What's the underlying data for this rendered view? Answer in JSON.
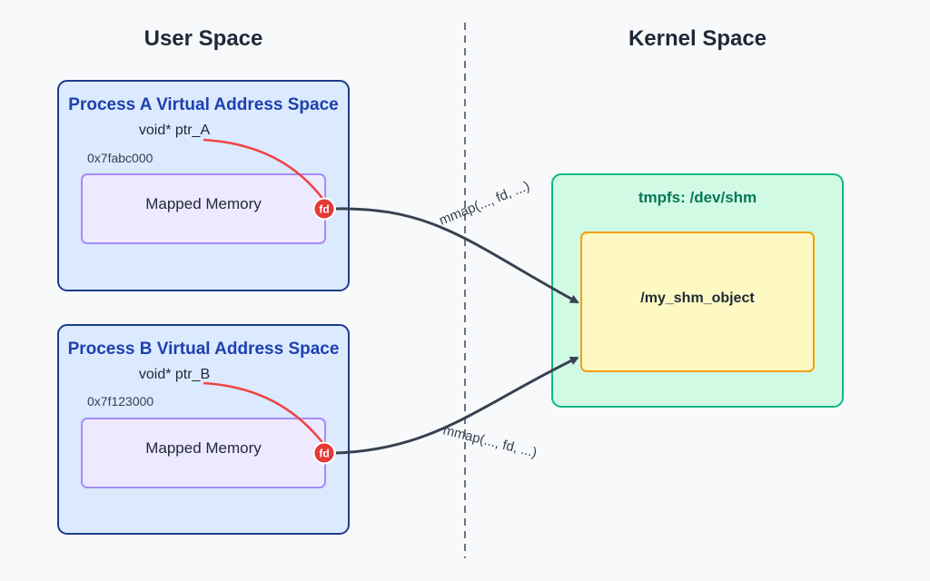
{
  "headings": {
    "user_space": "User Space",
    "kernel_space": "Kernel Space"
  },
  "process_a": {
    "title": "Process A Virtual Address Space",
    "pointer": "void* ptr_A",
    "address": "0x7fabc000",
    "mapped_label": "Mapped Memory",
    "fd_label": "fd"
  },
  "process_b": {
    "title": "Process B Virtual Address Space",
    "pointer": "void* ptr_B",
    "address": "0x7f123000",
    "mapped_label": "Mapped Memory",
    "fd_label": "fd"
  },
  "kernel": {
    "tmpfs_label": "tmpfs: /dev/shm",
    "object_label": "/my_shm_object"
  },
  "mmap_labels": {
    "a": "mmap(..., fd, ...)",
    "b": "mmap(..., fd, ...)"
  },
  "colors": {
    "process_fill": "#dbeafe",
    "process_stroke": "#1e3a8a",
    "mapped_fill": "#ede9fe",
    "mapped_stroke": "#a78bfa",
    "fd_badge": "#e53935",
    "pointer_line": "#ef4444",
    "tmpfs_fill": "#d1fae5",
    "tmpfs_stroke": "#10b981",
    "object_fill": "#fef9c3",
    "object_stroke": "#f59e0b",
    "arrow": "#374151",
    "divider": "#6b7280"
  }
}
